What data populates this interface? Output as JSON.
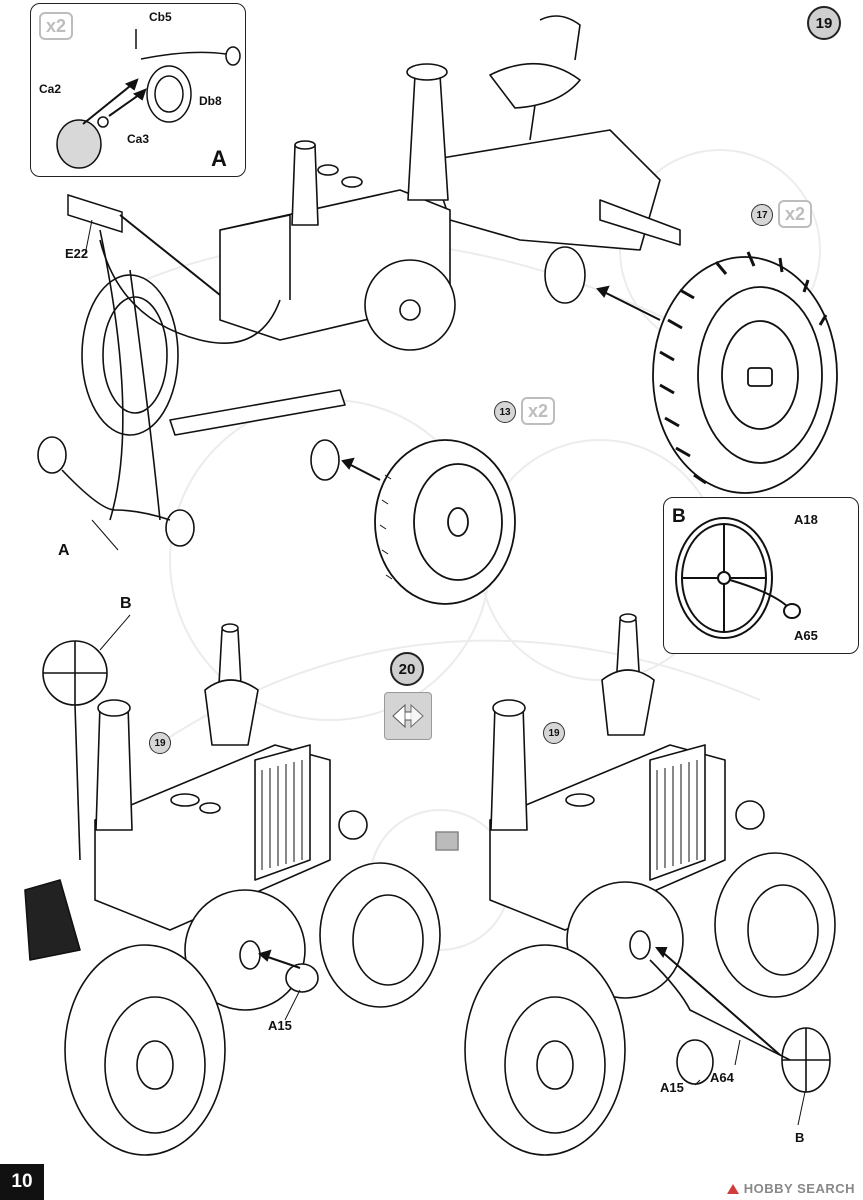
{
  "page": {
    "number": "10"
  },
  "steps": {
    "step19": {
      "number": "19"
    },
    "step20": {
      "number": "20"
    }
  },
  "inset_a": {
    "letter": "A",
    "multiplier": "x2",
    "labels": {
      "cb5": "Cb5",
      "ca2": "Ca2",
      "ca3": "Ca3",
      "db8": "Db8"
    }
  },
  "inset_b": {
    "letter": "B",
    "labels": {
      "a18": "A18",
      "a65": "A65"
    }
  },
  "main_top": {
    "labels": {
      "e22": "E22",
      "a": "A"
    },
    "rear_wheel": {
      "ref": "17",
      "multiplier": "x2"
    },
    "front_wheel": {
      "ref": "13",
      "multiplier": "x2"
    }
  },
  "bottom_left": {
    "labels": {
      "b": "B",
      "a15": "A15"
    },
    "ref": "19"
  },
  "bottom_right": {
    "labels": {
      "a15": "A15",
      "a64": "A64",
      "b": "B"
    },
    "ref": "19"
  },
  "watermark": {
    "text": "HOBBY SEARCH"
  },
  "colors": {
    "ink": "#111111",
    "badge_fill": "#cfcfcf",
    "watermark_red": "#d23c3c"
  }
}
